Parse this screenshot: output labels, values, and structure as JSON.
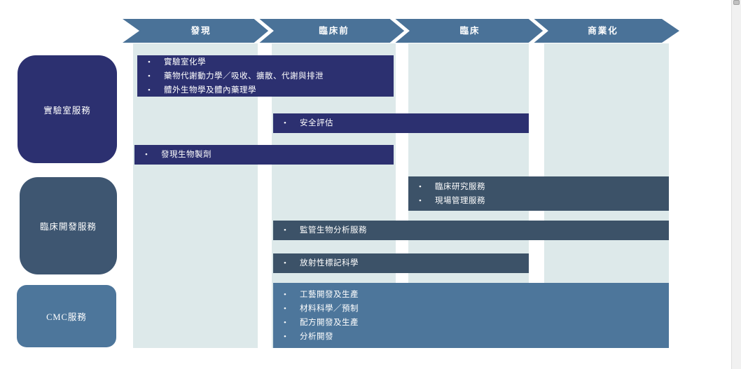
{
  "bullet_char": "•",
  "phases": [
    {
      "label": "發現"
    },
    {
      "label": "臨床前"
    },
    {
      "label": "臨床"
    },
    {
      "label": "商業化"
    }
  ],
  "categories": [
    {
      "label": "實驗室服務"
    },
    {
      "label": "臨床開發服務"
    },
    {
      "label": "CMC服務"
    }
  ],
  "bars": [
    {
      "name": "laboratory-discovery-services",
      "items": [
        "實驗室化學",
        "藥物代謝動力學／吸收、擴散、代謝與排泄",
        "體外生物學及體內藥理學"
      ]
    },
    {
      "name": "safety-assessment",
      "items": [
        "安全評估"
      ]
    },
    {
      "name": "discovery-biologics",
      "items": [
        "發現生物製劑"
      ]
    },
    {
      "name": "clinical-services",
      "items": [
        "臨床研究服務",
        "現場管理服務"
      ]
    },
    {
      "name": "regulated-bioanalysis",
      "items": [
        "監管生物分析服務"
      ]
    },
    {
      "name": "radiolabelling-science",
      "items": [
        "放射性標記科學"
      ]
    },
    {
      "name": "cmc-services-detail",
      "items": [
        "工藝開發及生產",
        "材料科學／預制",
        "配方開發及生產",
        "分析開發"
      ]
    }
  ],
  "colors": {
    "phase_band": "#4a7298",
    "navy": "#2c3070",
    "slate": "#3c5268",
    "slate_box": "#3e5671",
    "cmc_blue": "#4d769b",
    "column_bg": "#dde9ea"
  }
}
